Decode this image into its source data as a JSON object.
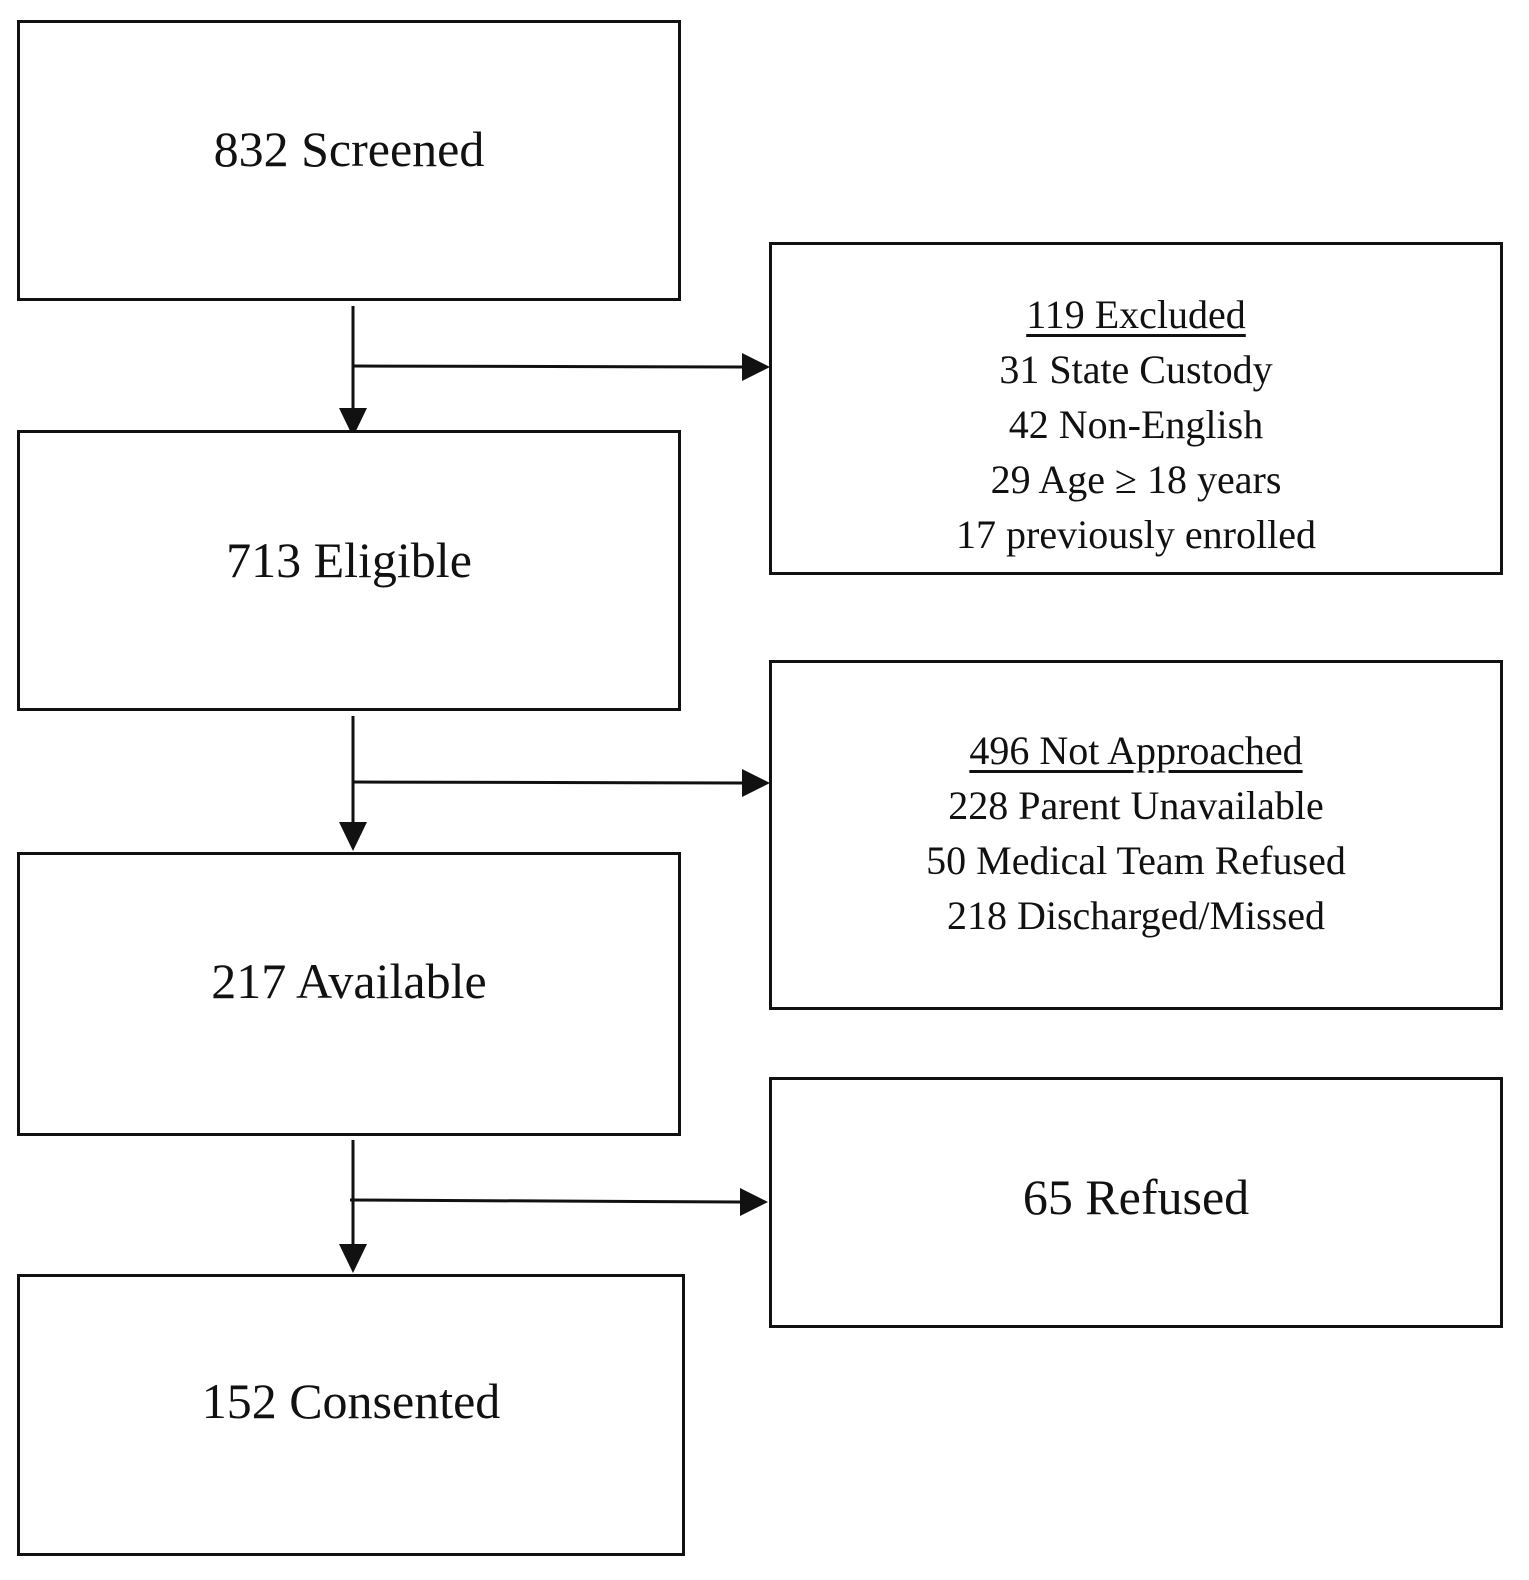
{
  "main_boxes": {
    "screened": "832 Screened",
    "eligible": "713 Eligible",
    "available": "217 Available",
    "consented": "152 Consented"
  },
  "excluded": {
    "title": "119 Excluded",
    "items": [
      "31 State Custody",
      "42 Non-English",
      "29 Age ≥ 18 years",
      "17 previously enrolled"
    ]
  },
  "not_approached": {
    "title": "496 Not Approached",
    "items": [
      "228 Parent Unavailable",
      "50 Medical Team Refused",
      "218 Discharged/Missed"
    ]
  },
  "refused": {
    "label": "65 Refused"
  }
}
